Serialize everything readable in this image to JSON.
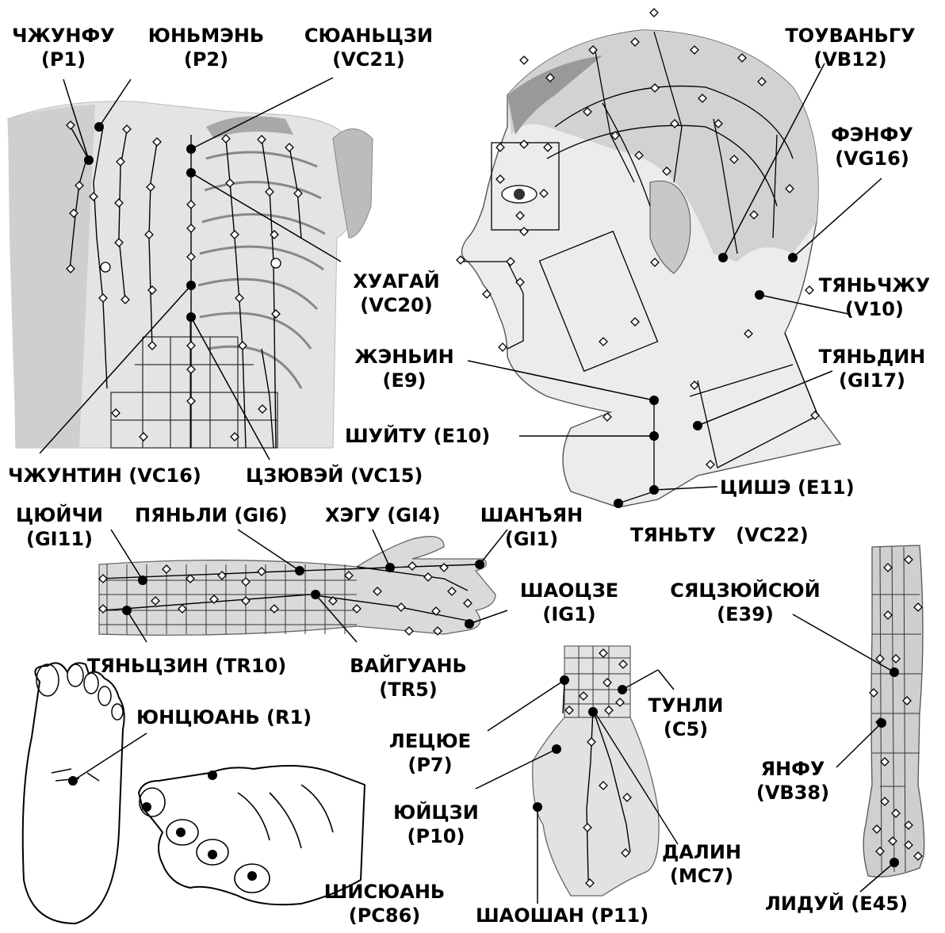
{
  "labels": {
    "p1": {
      "line1": "ЧЖУНФУ",
      "line2": "(P1)"
    },
    "p2": {
      "line1": "ЮНЬМЭНЬ",
      "line2": "(P2)"
    },
    "vc21": {
      "line1": "СЮАНЬЦЗИ",
      "line2": "(VC21)"
    },
    "vb12": {
      "line1": "ТОУВАНЬГУ",
      "line2": "(VB12)"
    },
    "vg16": {
      "line1": "ФЭНФУ",
      "line2": "(VG16)"
    },
    "v10": {
      "line1": "ТЯНЬЧЖУ",
      "line2": "(V10)"
    },
    "vc20": {
      "line1": "ХУАГАЙ",
      "line2": "(VC20)"
    },
    "e9": {
      "line1": "ЖЭНЬИН",
      "line2": "(E9)"
    },
    "gi17": {
      "line1": "ТЯНЬДИН",
      "line2": "(GI17)"
    },
    "e10": {
      "text": "ШУЙТУ (E10)"
    },
    "vc16": {
      "text": "ЧЖУНТИН (VC16)"
    },
    "vc15": {
      "text": "ЦЗЮВЭЙ (VC15)"
    },
    "e11": {
      "text": "ЦИШЭ (E11)"
    },
    "vc22": {
      "text": "ТЯНЬТУ   (VC22)"
    },
    "gi11": {
      "line1": "ЦЮЙЧИ",
      "line2": "(GI11)"
    },
    "gi6": {
      "text": "ПЯНЬЛИ (GI6)"
    },
    "gi4": {
      "text": "ХЭГУ (GI4)"
    },
    "gi1": {
      "line1": "ШАНЪЯН",
      "line2": "(GI1)"
    },
    "ig1": {
      "line1": "ШАОЦЗЕ",
      "line2": "(IG1)"
    },
    "e39": {
      "line1": "СЯЦЗЮЙСЮЙ",
      "line2": "(E39)"
    },
    "tr10": {
      "text": "ТЯНЬЦЗИН (TR10)"
    },
    "tr5": {
      "line1": "ВАЙГУАНЬ",
      "line2": "(TR5)"
    },
    "r1": {
      "text": "ЮНЦЮАНЬ (R1)"
    },
    "c5": {
      "line1": "ТУНЛИ",
      "line2": "(C5)"
    },
    "p7": {
      "line1": "ЛЕЦЮЕ",
      "line2": "(P7)"
    },
    "p10": {
      "line1": "ЮЙЦЗИ",
      "line2": "(P10)"
    },
    "vb38": {
      "line1": "ЯНФУ",
      "line2": "(VB38)"
    },
    "mc7": {
      "line1": "ДАЛИН",
      "line2": "(MC7)"
    },
    "pc86": {
      "line1": "ШИСЮАНЬ",
      "line2": "(PC86)"
    },
    "p11": {
      "text": "ШАОШАН (P11)"
    },
    "e45": {
      "text": "ЛИДУЙ (E45)"
    }
  },
  "colors": {
    "point": "#000000",
    "secondary_point": "#ffffff",
    "skin": "#e6e6e6",
    "shade": "#bdbdbd",
    "line": "#000000"
  }
}
